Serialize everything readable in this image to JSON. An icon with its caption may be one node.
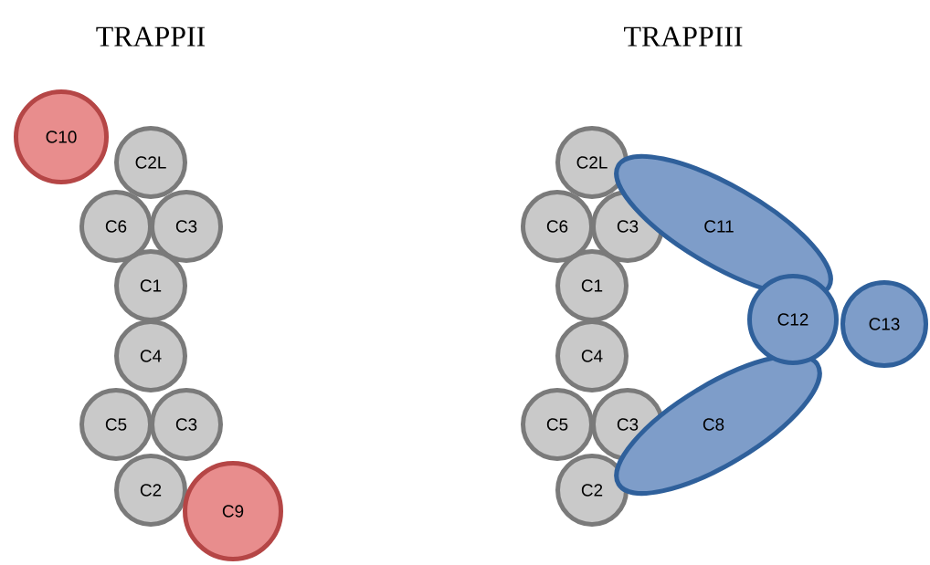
{
  "diagram": {
    "nodes": [
      {
        "text": [
          "C10"
        ]
      },
      {
        "text": [
          "C2L"
        ]
      },
      {
        "text": [
          "C6"
        ]
      },
      {
        "text": [
          "C3"
        ]
      },
      {
        "text": [
          "C1"
        ]
      },
      {
        "text": [
          "C4"
        ]
      },
      {
        "text": [
          "C5"
        ]
      },
      {
        "text": [
          "C3"
        ]
      },
      {
        "text": [
          "C2"
        ]
      },
      {
        "text": [
          "C9"
        ]
      },
      {
        "text": [
          "C2L"
        ]
      },
      {
        "text": [
          "C6"
        ]
      },
      {
        "text": [
          "C3"
        ]
      },
      {
        "text": [
          "C11"
        ]
      },
      {
        "text": [
          "C1"
        ]
      },
      {
        "text": [
          "C12"
        ]
      },
      {
        "text": [
          "C13"
        ]
      },
      {
        "text": [
          "C4"
        ]
      },
      {
        "text": [
          "C5"
        ]
      },
      {
        "text": [
          "C3"
        ]
      },
      {
        "text": [
          "C8"
        ]
      },
      {
        "text": [
          "C2"
        ]
      }
    ],
    "labels": [
      "TRAPPII",
      "TRAPPIII"
    ]
  }
}
